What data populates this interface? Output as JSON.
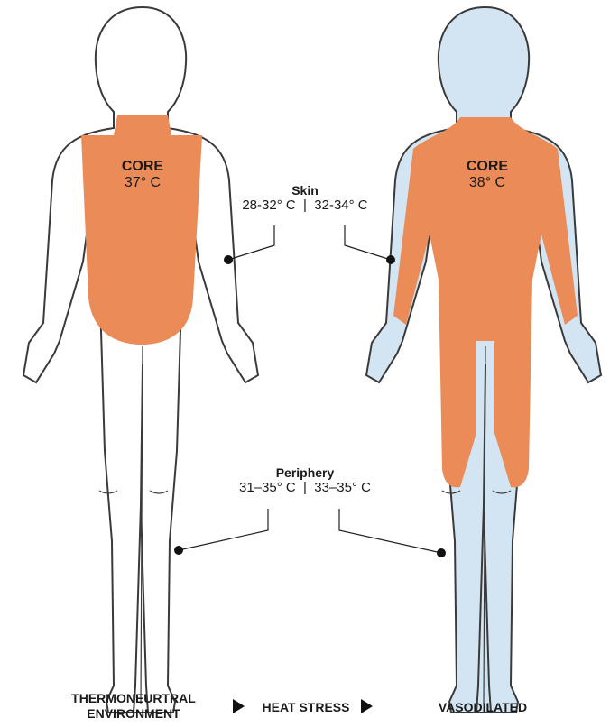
{
  "left_figure": {
    "core_title": "CORE",
    "core_temp": "37° C"
  },
  "right_figure": {
    "core_title": "CORE",
    "core_temp": "38° C"
  },
  "skin": {
    "title": "Skin",
    "values": "28-32° C  |  32-34° C"
  },
  "periphery": {
    "title": "Periphery",
    "values": "31–35° C  |  33–35° C"
  },
  "bottom": {
    "left_line1": "THERMONEURTRAL",
    "left_line2": "ENVIRONMENT",
    "middle": "HEAT STRESS",
    "right": "VASODILATED"
  },
  "colors": {
    "core": "#EB8B57",
    "skin_vasodilated": "#D3E5F3",
    "outline": "#3a3a3a"
  },
  "icons": [
    "arrow-right-icon",
    "arrow-right-icon"
  ]
}
